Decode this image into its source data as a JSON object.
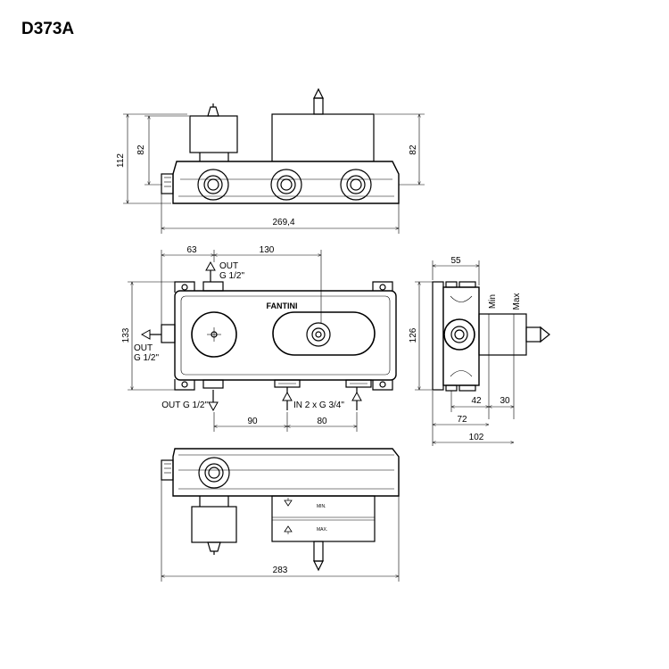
{
  "title": "D373A",
  "top_view": {
    "dims": {
      "height_total": "112",
      "height_left": "82",
      "height_right": "82",
      "width": "269,4"
    }
  },
  "front_view": {
    "brand": "FANTINI",
    "dims": {
      "left_offset": "63",
      "center_spacing": "130",
      "height": "133",
      "spacing_a": "90",
      "spacing_b": "80"
    },
    "labels": {
      "out_top_1": "OUT",
      "out_top_2": "G 1/2\"",
      "out_left_1": "OUT",
      "out_left_2": "G 1/2\"",
      "out_bottom": "OUT G 1/2\"",
      "in_bottom": "IN 2 x G 3/4\""
    }
  },
  "side_view": {
    "dims": {
      "width_top": "55",
      "height": "126",
      "d42": "42",
      "d30": "30",
      "d72": "72",
      "d102": "102"
    },
    "labels": {
      "min": "Min",
      "max": "Max"
    }
  },
  "bottom_view": {
    "dims": {
      "width": "283"
    },
    "labels": {
      "min": "MIN.",
      "max": "MAX."
    }
  }
}
